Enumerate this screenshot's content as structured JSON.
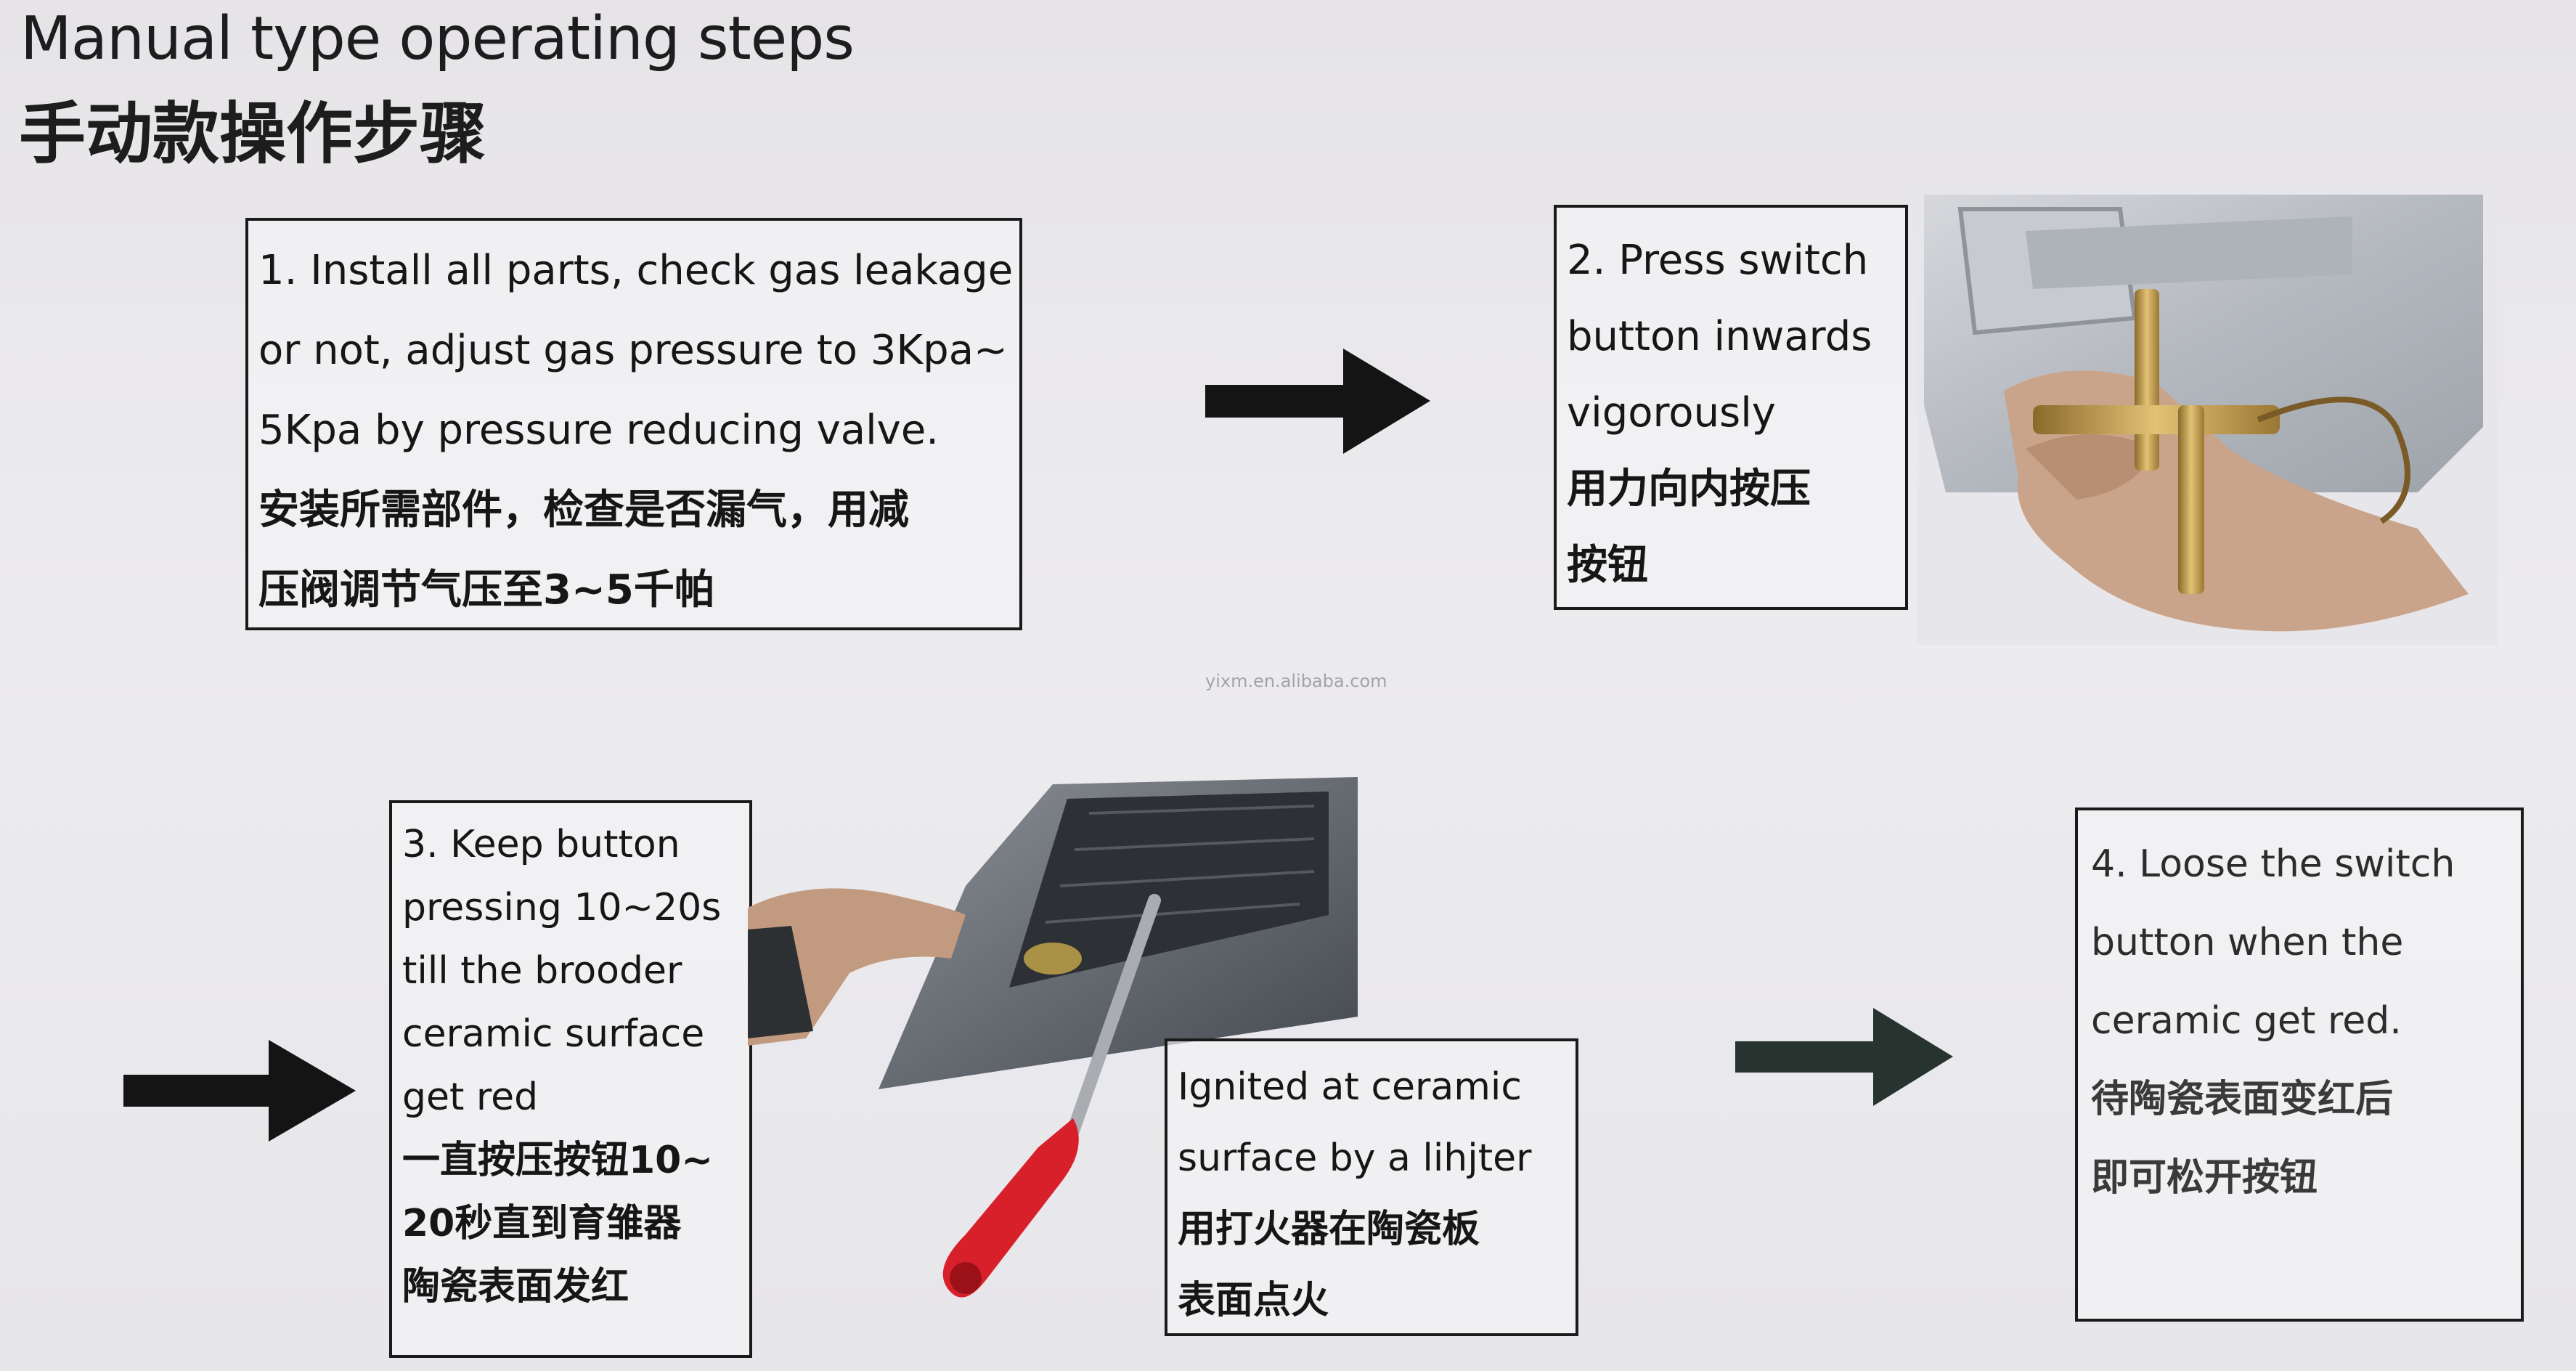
{
  "title": {
    "en": "Manual type operating steps",
    "zh": "手动款操作步骤"
  },
  "steps": [
    {
      "lines": [
        "1. Install all parts, check gas leakage",
        "or not, adjust gas pressure to 3Kpa~",
        "5Kpa by pressure reducing valve.",
        "安装所需部件，检查是否漏气，用减",
        "压阀调节气压至3~5千帕"
      ]
    },
    {
      "lines": [
        "2. Press switch",
        "button inwards",
        "vigorously",
        "用力向内按压",
        "按钮"
      ]
    },
    {
      "lines": [
        "3. Keep button",
        "pressing 10~20s",
        "till the brooder",
        "ceramic surface",
        "get red",
        "一直按压按钮10~",
        "20秒直到育雏器",
        "陶瓷表面发红"
      ]
    },
    {
      "lines": [
        "4. Loose the switch",
        "button when the",
        "ceramic get red.",
        "待陶瓷表面变红后",
        "即可松开按钮"
      ]
    }
  ],
  "ignite_note": {
    "lines": [
      "Ignited at ceramic",
      "surface by a lihjter",
      "用打火器在陶瓷板",
      "表面点火"
    ]
  },
  "watermark": "yixm.en.alibaba.com",
  "icons": {
    "arrow_1": "right-arrow-icon",
    "arrow_2": "right-arrow-icon",
    "arrow_3": "right-arrow-icon"
  },
  "colors": {
    "arrow": "#141414",
    "arrow_right_panel": "#2a3a36",
    "lighter_handle": "#d8202b",
    "brass_valve": "#c9a04a"
  }
}
